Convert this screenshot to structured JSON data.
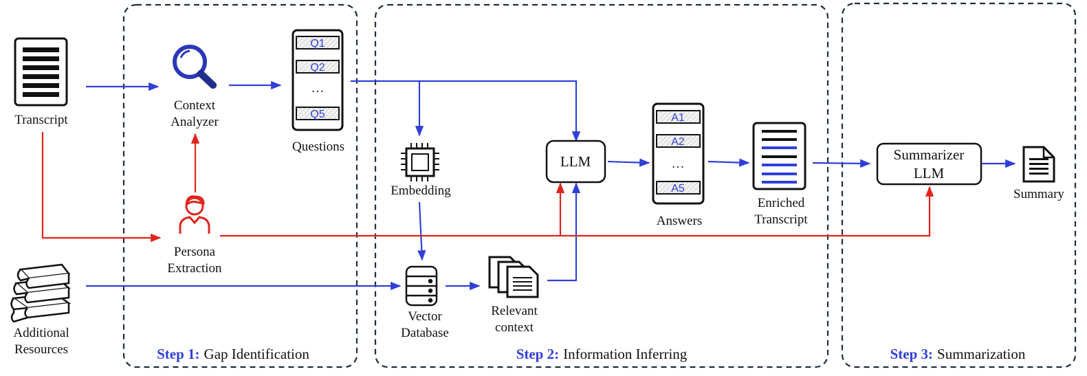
{
  "steps": [
    {
      "key": "Step 1:",
      "title": "Gap Identification"
    },
    {
      "key": "Step 2:",
      "title": "Information Inferring"
    },
    {
      "key": "Step 3:",
      "title": "Summarization"
    }
  ],
  "nodes": {
    "transcript": "Transcript",
    "additional_1": "Additional",
    "additional_2": "Resources",
    "context_1": "Context",
    "context_2": "Analyzer",
    "persona_1": "Persona",
    "persona_2": "Extraction",
    "questions": "Questions",
    "embedding": "Embedding",
    "vector_1": "Vector",
    "vector_2": "Database",
    "relevant_1": "Relevant",
    "relevant_2": "context",
    "llm": "LLM",
    "answers": "Answers",
    "enriched_1": "Enriched",
    "enriched_2": "Transcript",
    "summarizer_1": "Summarizer",
    "summarizer_2": "LLM",
    "summary": "Summary"
  },
  "question_items": [
    "Q1",
    "Q2",
    "…",
    "Q5"
  ],
  "answer_items": [
    "A1",
    "A2",
    "…",
    "A5"
  ],
  "colors": {
    "flow": "#2f3fd8",
    "persona_flow": "#e0241b",
    "frame": "#1f2d3d"
  }
}
